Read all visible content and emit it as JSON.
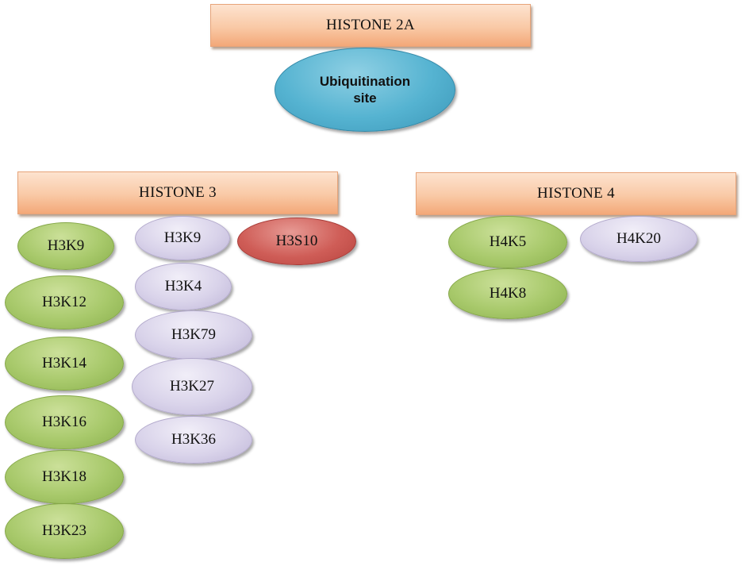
{
  "diagram": {
    "histone_2a": {
      "title": "HISTONE 2A",
      "site_line1": "Ubiquitination",
      "site_line2": "site"
    },
    "histone_3": {
      "title": "HISTONE 3",
      "green_sites": [
        "H3K9",
        "H3K12",
        "H3K14",
        "H3K16",
        "H3K18",
        "H3K23"
      ],
      "purple_sites": [
        "H3K9",
        "H3K4",
        "H3K79",
        "H3K27",
        "H3K36"
      ],
      "red_sites": [
        "H3S10"
      ]
    },
    "histone_4": {
      "title": "HISTONE 4",
      "green_sites": [
        "H4K5",
        "H4K8"
      ],
      "purple_sites": [
        "H4K20"
      ]
    },
    "colors": {
      "header": "#f9c9a6",
      "green": "#a8c96b",
      "purple": "#d9d3ea",
      "red": "#cf5d57",
      "blue": "#55b3d1"
    }
  }
}
